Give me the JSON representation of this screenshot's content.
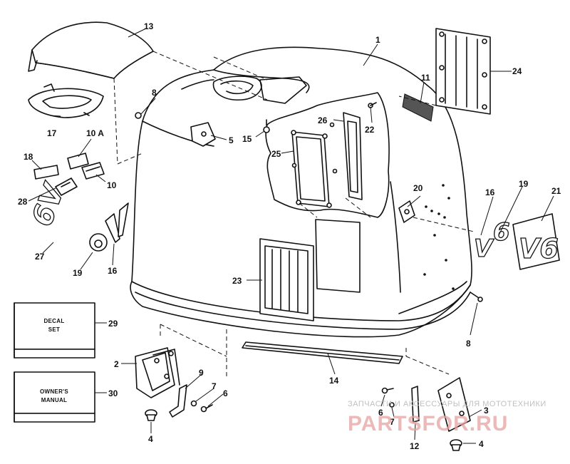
{
  "labels": {
    "p1": "1",
    "p2": "2",
    "p3": "3",
    "p4a": "4",
    "p4b": "4",
    "p5": "5",
    "p6a": "6",
    "p6b": "6",
    "p7a": "7",
    "p7b": "7",
    "p8a": "8",
    "p8b": "8",
    "p9": "9",
    "p10": "10",
    "p10a": "10 A",
    "p11": "11",
    "p12": "12",
    "p13": "13",
    "p14": "14",
    "p15": "15",
    "p16a": "16",
    "p16b": "16",
    "p17": "17",
    "p18": "18",
    "p19a": "19",
    "p19b": "19",
    "p20": "20",
    "p21": "21",
    "p22": "22",
    "p23": "23",
    "p24": "24",
    "p25": "25",
    "p26": "26",
    "p27": "27",
    "p28": "28",
    "p29": "29",
    "p30": "30"
  },
  "boxes": {
    "decal_line1": "DECAL",
    "decal_line2": "SET",
    "manual_line1": "OWNER'S",
    "manual_line2": "MANUAL"
  },
  "emblems": {
    "v6": "V6",
    "v6_rotated": "6V"
  },
  "watermark": {
    "caption": "ЗАПЧАСТИ И АКСЕССУАРЫ ДЛЯ МОТОТЕХНИКИ",
    "brand": "PARTSFOR.RU"
  }
}
